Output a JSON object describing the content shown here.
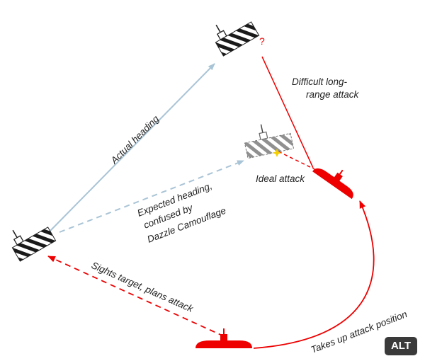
{
  "labels": {
    "actual_heading": "Actual heading",
    "expected_heading_1": "Expected heading,",
    "expected_heading_2": "confused by",
    "expected_heading_3": "Dazzle Camouflage",
    "difficult_1": "Difficult long-",
    "difficult_2": "range attack",
    "ideal_attack": "Ideal attack",
    "sights_target": "Sights target, plans attack",
    "takes_up": "Takes up attack position",
    "question_mark": "?"
  },
  "alt_button": {
    "label": "ALT"
  },
  "colors": {
    "actual_heading_arrow": "#a9c4d6",
    "expected_heading_arrow": "#a9c4d6",
    "attack_red": "#ee0000",
    "ship_stripes": "#1a1a1a",
    "ghost_stripes": "#909090",
    "impact_marker": "#f5d000"
  },
  "icons": {
    "ship": "dazzle-camouflaged-ship-icon",
    "ghost_ship": "expected-position-ship-icon",
    "submarine": "submarine-icon",
    "impact": "impact-star-icon"
  }
}
